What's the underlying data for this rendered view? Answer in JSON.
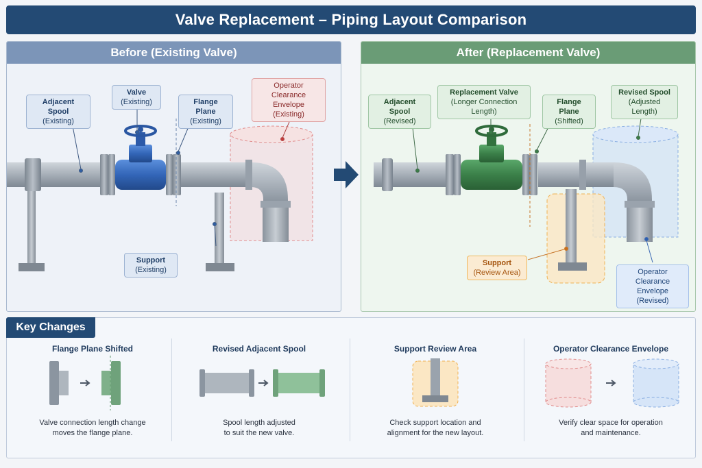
{
  "title": "Valve Replacement – Piping Layout Comparison",
  "before": {
    "header": "Before (Existing Valve)",
    "callouts": {
      "adjacent_spool": {
        "title": "Adjacent Spool",
        "sub": "(Existing)"
      },
      "valve": {
        "title": "Valve",
        "sub": "(Existing)"
      },
      "flange_plane": {
        "title": "Flange Plane",
        "sub": "(Existing)"
      },
      "clearance": {
        "title": "Operator",
        "title2": "Clearance Envelope",
        "sub": "(Existing)"
      },
      "support": {
        "title": "Support",
        "sub": "(Existing)"
      }
    }
  },
  "after": {
    "header": "After (Replacement Valve)",
    "callouts": {
      "adjacent_spool": {
        "title": "Adjacent Spool",
        "sub": "(Revised)"
      },
      "valve": {
        "title": "Replacement Valve",
        "sub": "(Longer Connection Length)"
      },
      "flange_plane": {
        "title": "Flange Plane",
        "sub": "(Shifted)"
      },
      "revised_spool": {
        "title": "Revised Spool",
        "sub": "(Adjusted Length)"
      },
      "support": {
        "title": "Support",
        "sub": "(Review Area)"
      },
      "clearance": {
        "title": "Operator",
        "title2": "Clearance Envelope",
        "sub": "(Revised)"
      }
    }
  },
  "key": {
    "title": "Key Changes",
    "items": [
      {
        "title": "Flange Plane Shifted",
        "desc1": "Valve connection length change",
        "desc2": "moves the flange plane."
      },
      {
        "title": "Revised Adjacent Spool",
        "desc1": "Spool length adjusted",
        "desc2": "to suit the new valve."
      },
      {
        "title": "Support Review Area",
        "desc1": "Check support location and",
        "desc2": "alignment for the new layout."
      },
      {
        "title": "Operator Clearance Envelope",
        "desc1": "Verify clear space for operation",
        "desc2": "and maintenance."
      }
    ]
  },
  "colors": {
    "navy": "#234a74",
    "existing_valve": "#3a6fc0",
    "replacement_valve": "#3f8a50",
    "pipe": "#a9b1ba",
    "clearance_existing": "#e07b7b",
    "clearance_revised": "#7fa8e6",
    "support_review": "#f0b24a"
  }
}
